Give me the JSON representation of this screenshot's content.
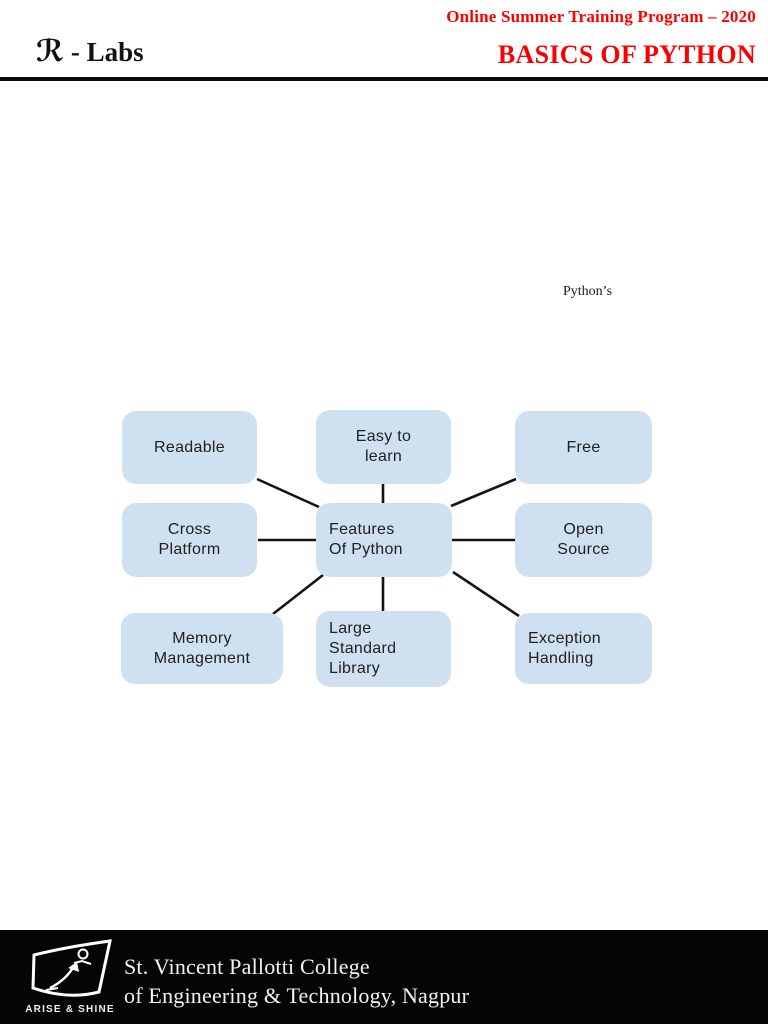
{
  "header": {
    "brand_r": "ℛ",
    "brand_suffix": " - Labs",
    "program_title": "Online Summer Training Program – 2020",
    "page_title": "BASICS OF PYTHON"
  },
  "body": {
    "lead_text": "Python’s"
  },
  "diagram": {
    "nodes": [
      {
        "id": "readable",
        "label": "Readable"
      },
      {
        "id": "easy-to-learn",
        "label": "Easy to\nlearn"
      },
      {
        "id": "free",
        "label": "Free"
      },
      {
        "id": "cross-platform",
        "label": "Cross\nPlatform"
      },
      {
        "id": "features-of-python",
        "label": "Features\nOf Python"
      },
      {
        "id": "open-source",
        "label": "Open\nSource"
      },
      {
        "id": "memory-management",
        "label": "Memory\nManagement"
      },
      {
        "id": "large-standard-library",
        "label": "Large\nStandard\nLibrary"
      },
      {
        "id": "exception-handling",
        "label": "Exception\nHandling"
      }
    ]
  },
  "footer": {
    "logo_caption": "ARISE & SHINE",
    "college_line1": "St. Vincent Pallotti College",
    "college_line2": "of Engineering & Technology, Nagpur"
  },
  "colors": {
    "accent_red": "#fb0000",
    "node_fill": "#cfe0f1",
    "node_text": "#202020",
    "connector": "#141414",
    "footer_bg": "#050505",
    "header_rule": "#0a0a0a"
  }
}
